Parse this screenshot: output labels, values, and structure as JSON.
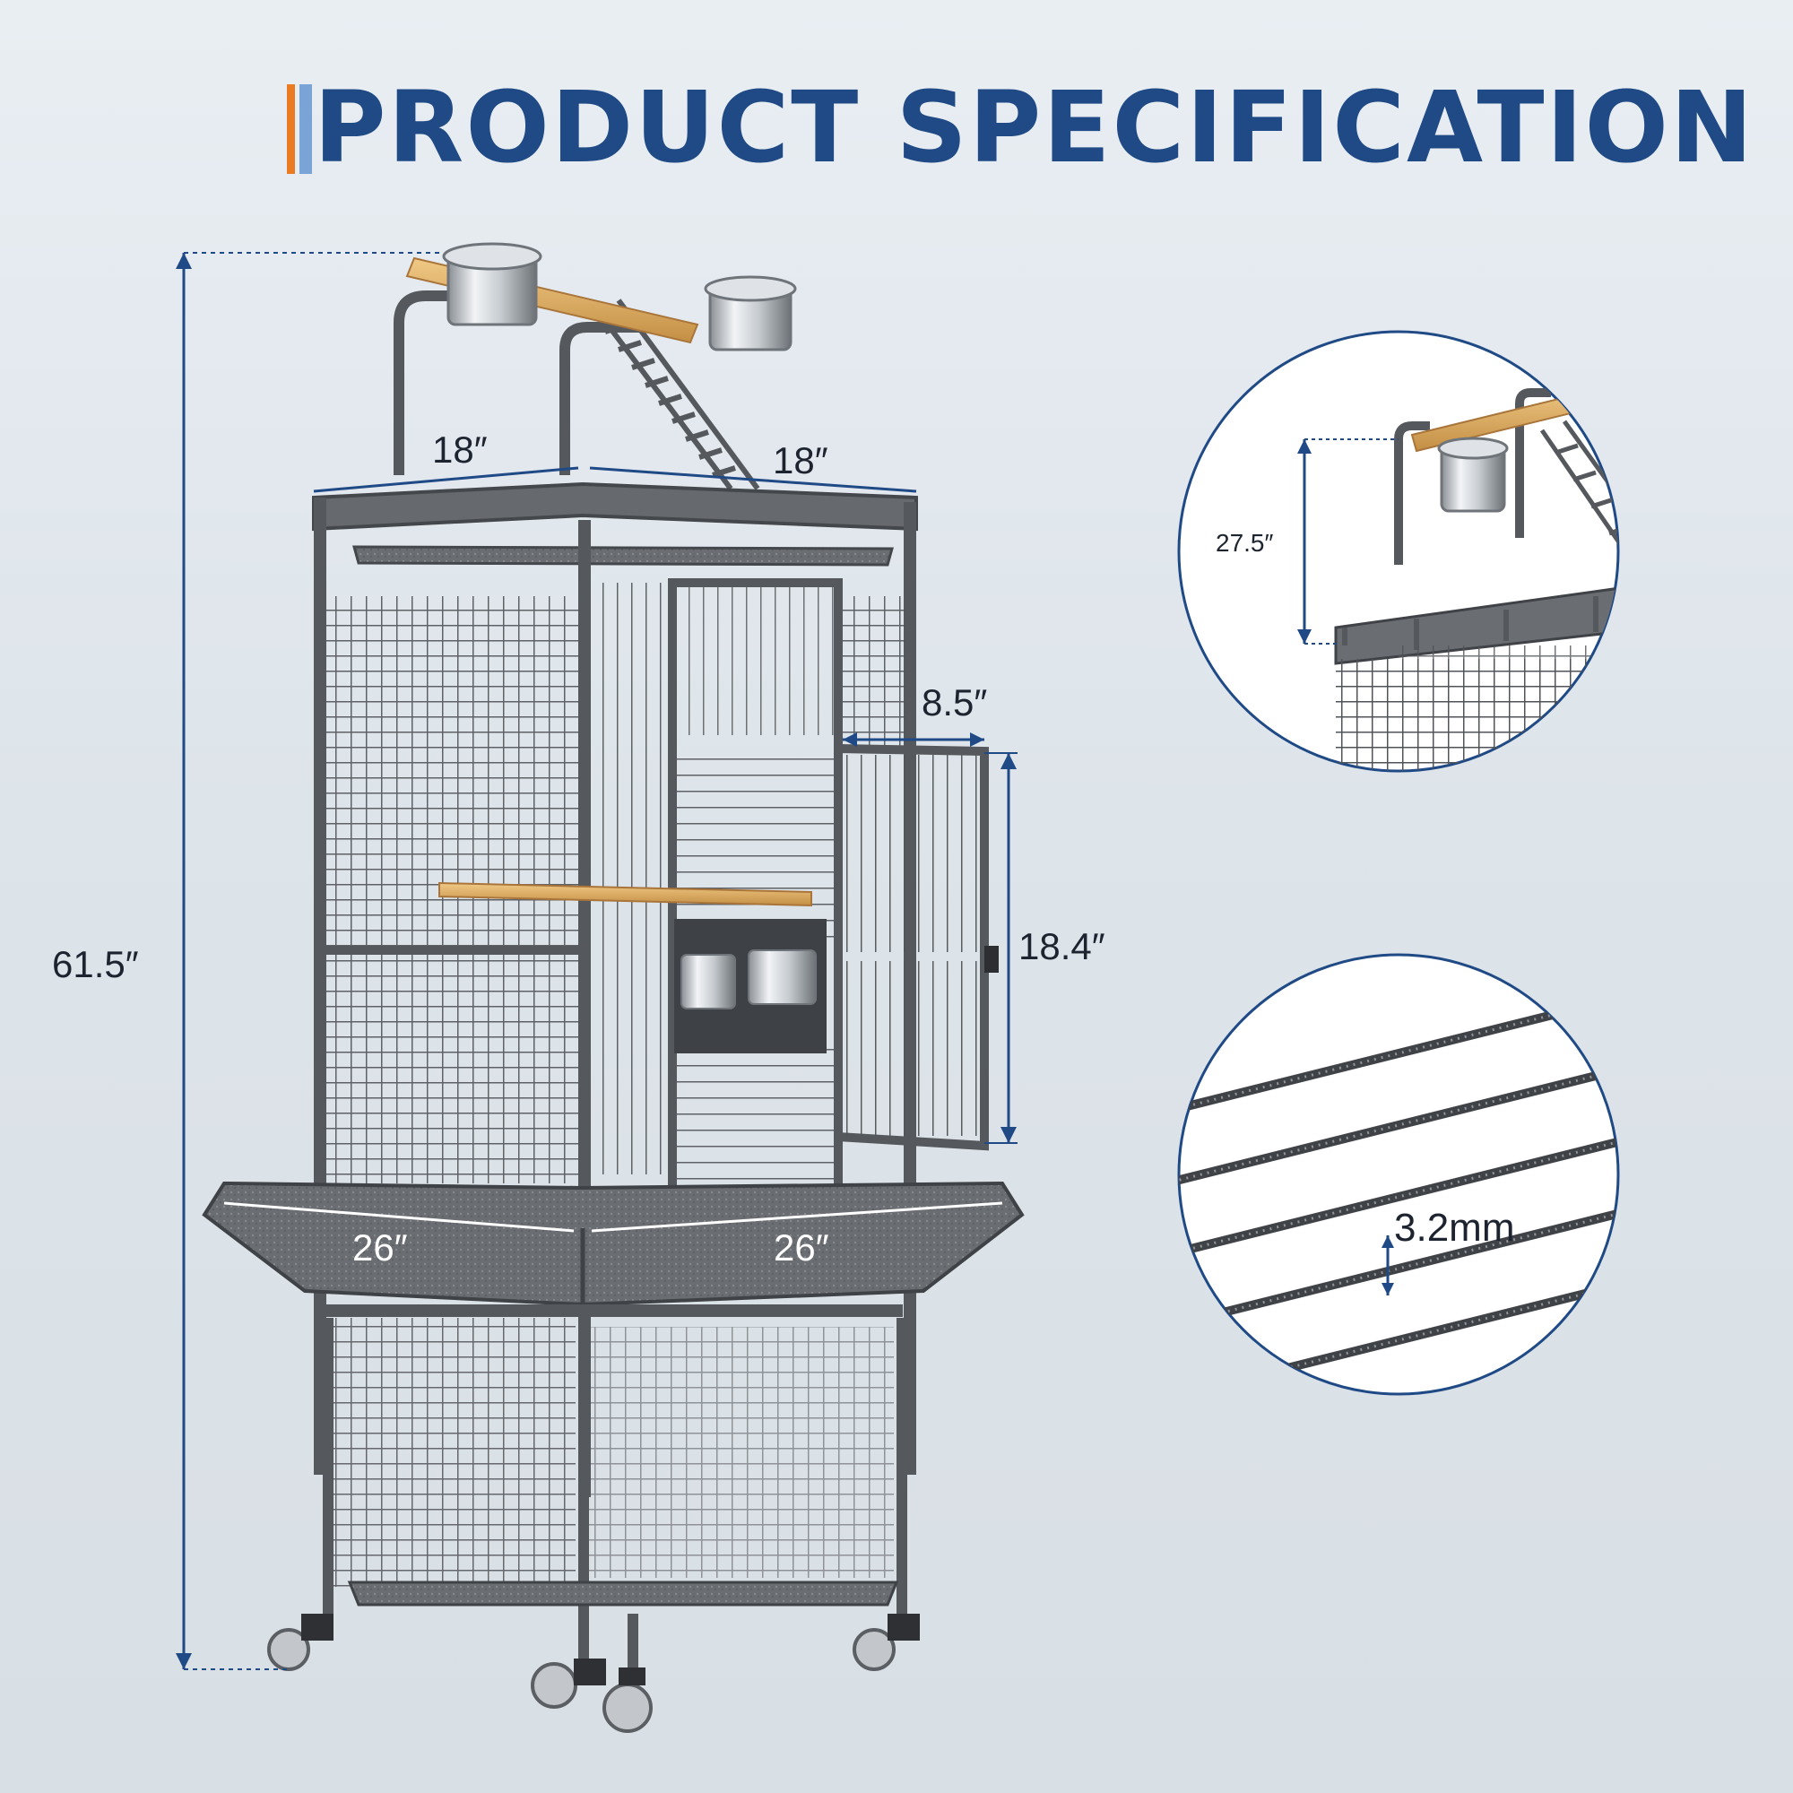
{
  "header": {
    "title": "PRODUCT SPECIFICATION"
  },
  "colors": {
    "title": "#1f4a86",
    "accent_orange": "#ea7b22",
    "accent_blue": "#7aa3d6",
    "dimension_line": "#1f4a86",
    "cage_metal": "#55585d",
    "wood": "#d9a960"
  },
  "dimensions": {
    "total_height": "61.5″",
    "top_width_left": "18″",
    "top_width_right": "18″",
    "door_depth": "8.5″",
    "door_height": "18.4″",
    "tray_width_left": "26″",
    "tray_width_right": "26″",
    "perch_height": "27.5″",
    "wire_gauge": "3.2mm"
  },
  "icons": [
    "bird-cage-image",
    "perch-detail-image",
    "wire-mesh-detail-image",
    "food-bowl-icon"
  ]
}
